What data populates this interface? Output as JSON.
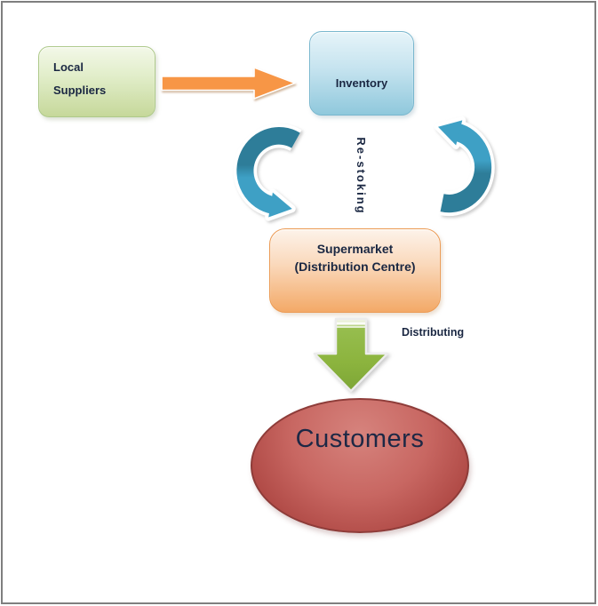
{
  "frame": {
    "border_color": "#7f7f7f",
    "background_color": "#ffffff"
  },
  "nodes": {
    "local_suppliers": {
      "lines": [
        "Local",
        "Suppliers"
      ],
      "fill_top": "#f3f8e8",
      "fill_bottom": "#c6d89a",
      "border_color": "#aec98a",
      "text_color": "#1a2742"
    },
    "inventory": {
      "label": "Inventory",
      "fill_top": "#e6f4f9",
      "fill_bottom": "#8fc8dc",
      "border_color": "#79b7ce",
      "text_color": "#1a2742"
    },
    "supermarket": {
      "lines": [
        "Supermarket",
        "(Distribution Centre)"
      ],
      "fill_top": "#fdf3ea",
      "fill_bottom": "#f3a967",
      "border_color": "#ec9b55",
      "text_color": "#1a2742"
    },
    "customers": {
      "label": "Customers",
      "fill_top": "#d6837d",
      "fill_bottom": "#993b38",
      "border_color": "#8e3c39",
      "text_color": "#1d2845"
    }
  },
  "connectors": {
    "supply_arrow": {
      "from": "local_suppliers",
      "to": "inventory",
      "direction": "right",
      "color": "#f79646"
    },
    "restocking_cycle": {
      "label": "Re-stoking",
      "between": [
        "inventory",
        "supermarket"
      ],
      "color_dark": "#2e7d99",
      "color_light": "#3fa2c7"
    },
    "distribution_arrow": {
      "label": "Distributing",
      "from": "supermarket",
      "to": "customers",
      "direction": "down",
      "color": "#8cb43e"
    }
  }
}
